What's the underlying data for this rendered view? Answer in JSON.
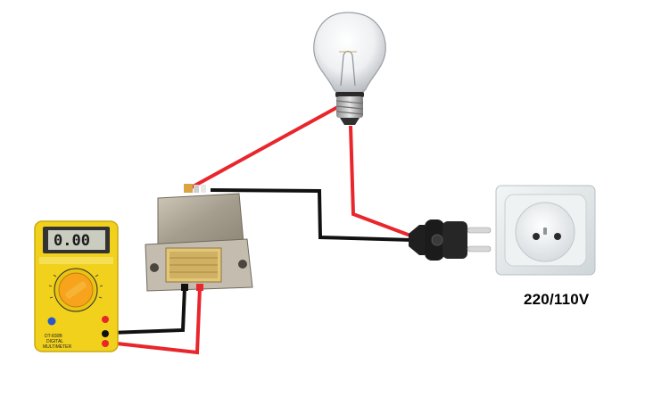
{
  "outlet": {
    "voltage_label": "220/110V"
  },
  "multimeter": {
    "display": "0.00",
    "model": "DT-830B",
    "subtitle_1": "DIGITAL",
    "subtitle_2": "MULTIMETER"
  },
  "colors": {
    "wire_red": "#e8262c",
    "wire_black": "#111111",
    "multimeter_body": "#f1d11c",
    "transformer_metal": "#b9b2a3",
    "outlet_plate": "#e6ebec"
  },
  "icons": [
    "light-bulb-icon",
    "transformer-icon",
    "multimeter-icon",
    "plug-icon",
    "wall-socket-icon"
  ]
}
